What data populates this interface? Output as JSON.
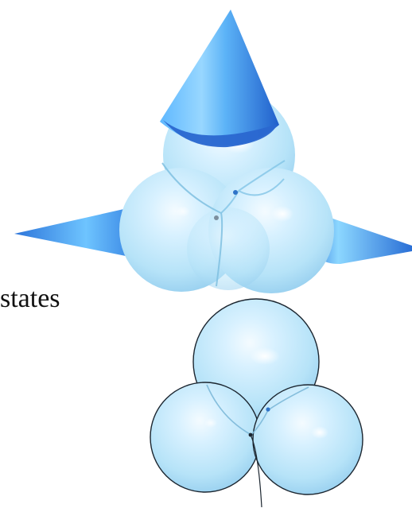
{
  "caption": {
    "text": "states"
  },
  "colors": {
    "sphere_fill_light": "#eef9ff",
    "sphere_fill_mid": "#c8ebfb",
    "sphere_fill_dark": "#9fd4f1",
    "sphere_outline": "#1c2630",
    "cone_light": "#8fd3ff",
    "cone_mid": "#4ba3ee",
    "cone_dark": "#1d63d4",
    "junction_blue": "#2f73c8"
  },
  "figures": {
    "top": {
      "name": "cluster-with-cones",
      "sphere_count": 4,
      "cone_count": 3
    },
    "bottom": {
      "name": "cluster-without-cones",
      "sphere_count": 3,
      "cone_count": 0
    }
  }
}
